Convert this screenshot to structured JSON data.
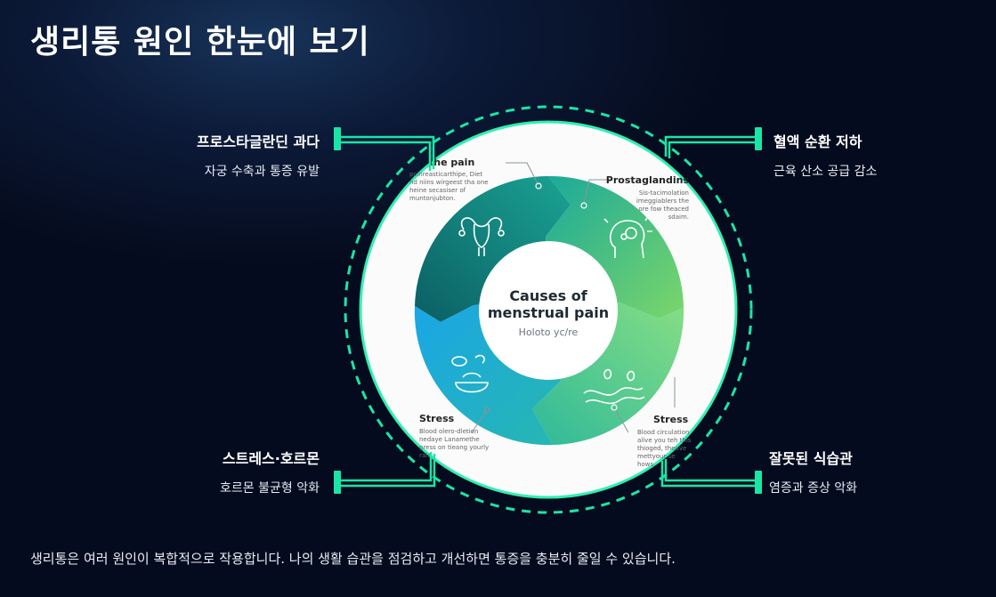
{
  "title": "생리통 원인 한눈에 보기",
  "callouts": [
    {
      "head": "프로스타글란딘 과다",
      "sub": "자궁 수축과 통증 유발"
    },
    {
      "head": "혈액 순환 저하",
      "sub": "근육 산소 공급 감소"
    },
    {
      "head": "스트레스·호르몬",
      "sub": "호르몬 불균형 악화"
    },
    {
      "head": "잘못된 식습관",
      "sub": "염증과 증상 악화"
    }
  ],
  "center": {
    "line1": "Causes of",
    "line2": "menstrual pain",
    "sub": "Holoto yc/re"
  },
  "segments": [
    {
      "label": "the pain",
      "desc1": "pcinreasticarthipe, Diet",
      "desc2": "nd niins wirgeest tha one",
      "desc3": "heine secasiser of",
      "desc4": "muntonjubton.",
      "icon": "uterus-icon"
    },
    {
      "label": "Prostaglandins",
      "desc1": "Sis-tacimolation",
      "desc2": "imeggiablers the",
      "desc3": "ore fow theaced",
      "desc4": "sdaim.",
      "icon": "head-icon"
    },
    {
      "label": "Stress",
      "desc1": "Blood circulation",
      "desc2": "alive you teh this",
      "desc3": "thioged, theave",
      "desc4": "mettyour se",
      "desc5": "hows.",
      "icon": "wave-icon"
    },
    {
      "label": "Stress",
      "desc1": "Blood olero-dletion",
      "desc2": "nedaye Lanamethe",
      "desc3": "press on tieang yourly",
      "desc4": "rals.",
      "icon": "food-bowl-icon"
    }
  ],
  "footer": "생리통은 여러 원인이 복합적으로 작용합니다. 나의 생활 습관을 점검하고 개선하면 통증을 충분히 줄일 수 있습니다.",
  "colors": {
    "accent": "#19e6a6",
    "teal_dark": "#0c6f72",
    "teal": "#1ba9a0",
    "green": "#6cd37a",
    "blue": "#20a8e0",
    "bg": "#050b1e"
  }
}
